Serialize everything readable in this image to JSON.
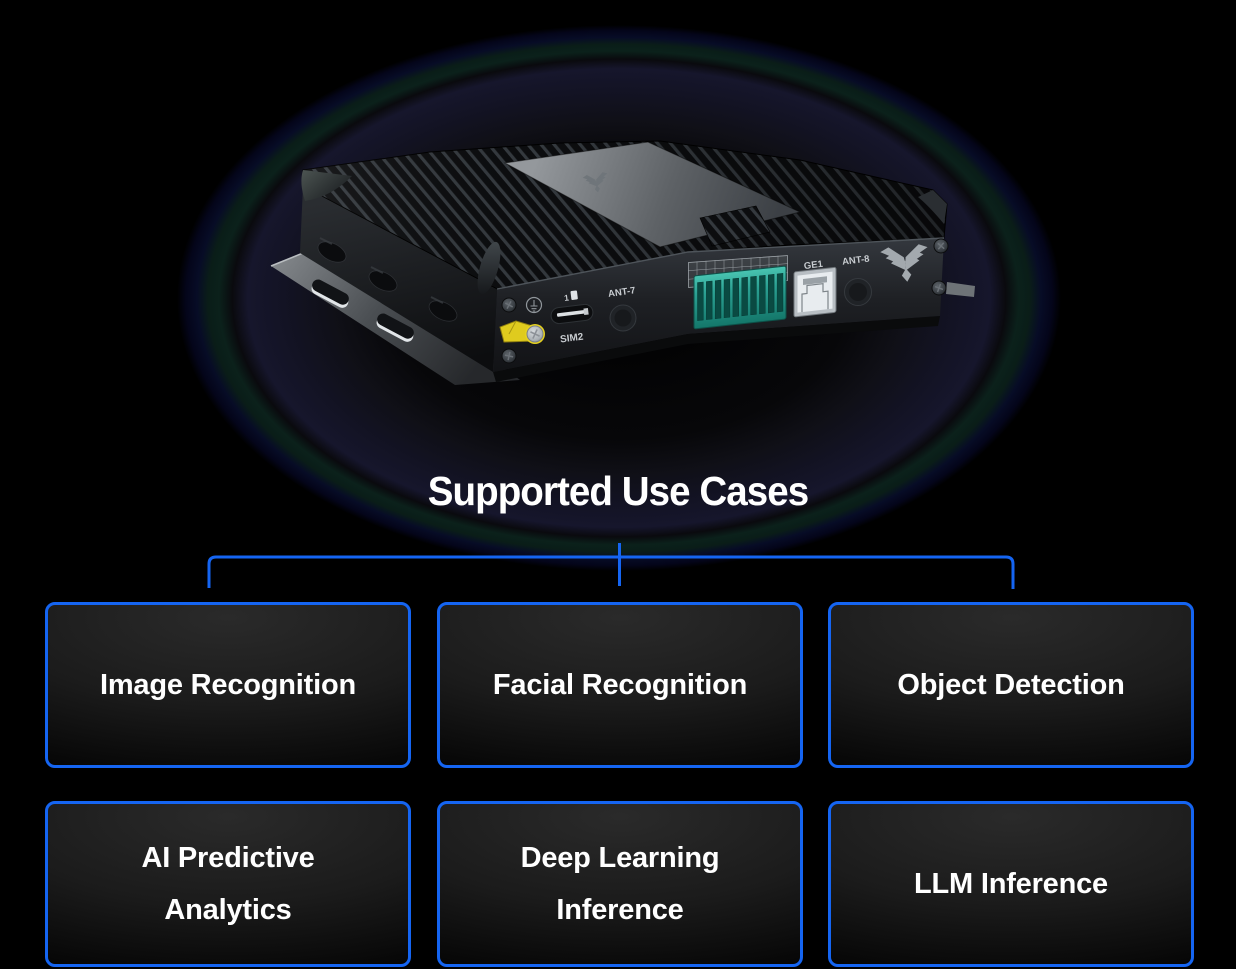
{
  "theme": {
    "accent": "#1565F2",
    "heading_text": "#FFFFFF",
    "card_text": "#FFFFFF",
    "background": "#000000",
    "glow_purple": "#16162C",
    "glow_teal": "#0B211B",
    "glow_navy": "#070C26"
  },
  "heading": {
    "title": "Supported Use Cases"
  },
  "device": {
    "description": "rugged fanless edge AI computer on mounting plate",
    "labels": {
      "sim_slot": "1",
      "sim2": "SIM2",
      "ant7": "ANT-7",
      "ge1": "GE1",
      "ant8": "ANT-8"
    },
    "colors": {
      "terminal_block": "#2BA193",
      "ground_lug": "#E0CC1E",
      "ethernet_port": "#E8ECEF"
    }
  },
  "diagram": {
    "connector_color": "#1565F2",
    "cards": [
      {
        "label": "Image Recognition"
      },
      {
        "label": "Facial Recognition"
      },
      {
        "label": "Object Detection"
      },
      {
        "label": "AI Predictive\nAnalytics"
      },
      {
        "label": "Deep Learning\nInference"
      },
      {
        "label": "LLM Inference"
      }
    ]
  }
}
